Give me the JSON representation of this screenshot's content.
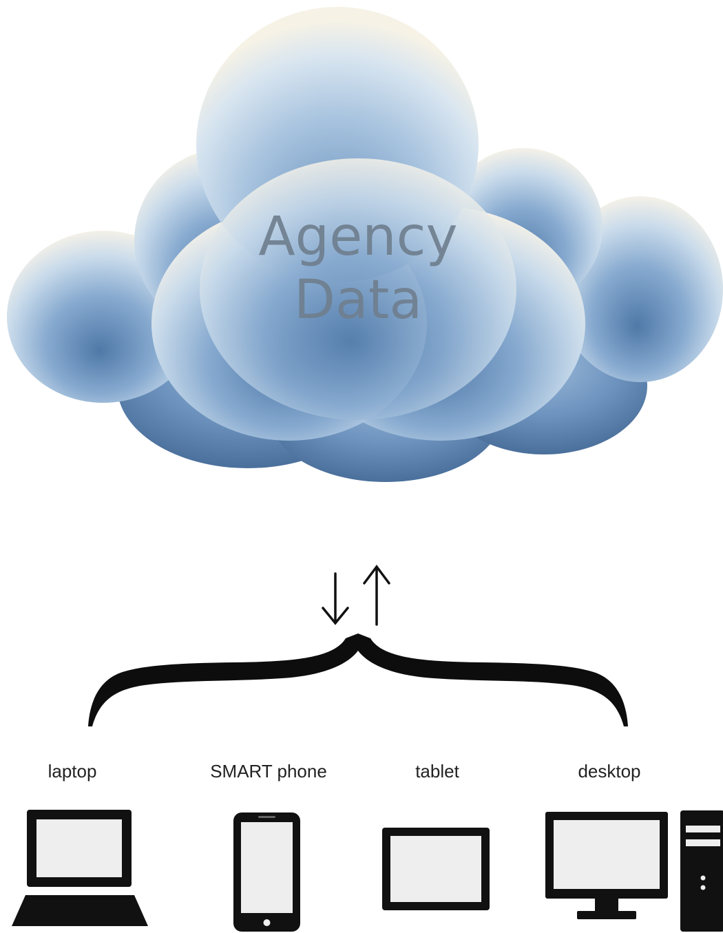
{
  "cloud": {
    "line1": "Agency",
    "line2": "Data"
  },
  "devices": [
    {
      "label": "laptop",
      "icon": "laptop-icon"
    },
    {
      "label": "SMART phone",
      "icon": "smartphone-icon"
    },
    {
      "label": "tablet",
      "icon": "tablet-icon"
    },
    {
      "label": "desktop",
      "icon": "desktop-icon"
    }
  ],
  "colors": {
    "cloud_light": "#f4f3ee",
    "cloud_mid": "#a9c3df",
    "cloud_dark": "#4f79a8",
    "icon": "#111111",
    "screen": "#eeeeee"
  }
}
